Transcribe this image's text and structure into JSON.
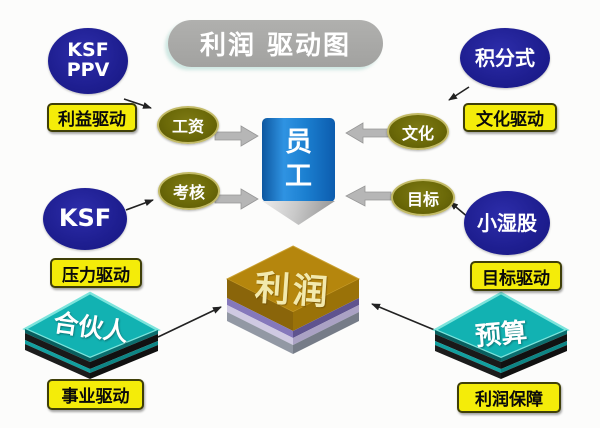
{
  "banner": {
    "title": "利润 驱动图"
  },
  "center": {
    "employee_line1": "员",
    "employee_line2": "工"
  },
  "factors": {
    "salary": "工资",
    "assessment": "考核",
    "culture": "文化",
    "goal": "目标"
  },
  "drivers": {
    "top_left": {
      "node_line1": "KSF",
      "node_line2": "PPV",
      "tag": "利益驱动"
    },
    "top_right": {
      "node": "积分式",
      "tag": "文化驱动"
    },
    "mid_left": {
      "node": "KSF",
      "tag": "压力驱动"
    },
    "mid_right": {
      "node": "小湿股",
      "tag": "目标驱动"
    },
    "bottom_left": {
      "node": "合伙人",
      "tag": "事业驱动"
    },
    "bottom_right": {
      "node": "预算",
      "tag": "利润保障"
    }
  },
  "profit": {
    "label": "利润"
  },
  "colors": {
    "navy_node": "#1e1e90",
    "yellow_tag": "#f4ec09",
    "olive_factor": "#6b6908",
    "banner_gray": "#a5a5a3",
    "employee_blue": "#1b7fd0",
    "profit_gold": "#b5860d",
    "partner_teal": "#12b2b2",
    "arrow_gray": "#b6b6b6"
  }
}
